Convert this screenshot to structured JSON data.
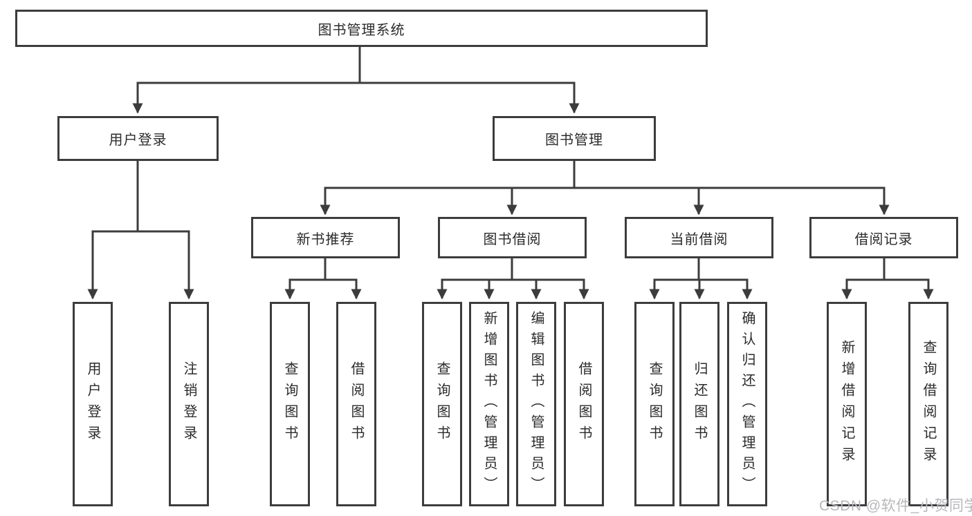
{
  "diagram": {
    "root": {
      "label": "图书管理系统"
    },
    "branches": [
      {
        "label": "用户登录",
        "children": [
          "用户登录",
          "注销登录"
        ]
      },
      {
        "label": "图书管理",
        "sections": [
          {
            "label": "新书推荐",
            "children": [
              "查询图书",
              "借阅图书"
            ]
          },
          {
            "label": "图书借阅",
            "children": [
              "查询图书",
              "新增图书（管理员）",
              "编辑图书（管理员）",
              "借阅图书"
            ]
          },
          {
            "label": "当前借阅",
            "children": [
              "查询图书",
              "归还图书",
              "确认归还（管理员）"
            ]
          },
          {
            "label": "借阅记录",
            "children": [
              "新增借阅记录",
              "查询借阅记录"
            ]
          }
        ]
      }
    ]
  },
  "watermark": {
    "text": "CSDN @软件_小贺同学"
  },
  "colors": {
    "line": "#3c3c3e",
    "text": "#2b2b2b",
    "watermark": "#b8b8bc",
    "background": "#ffffff"
  }
}
